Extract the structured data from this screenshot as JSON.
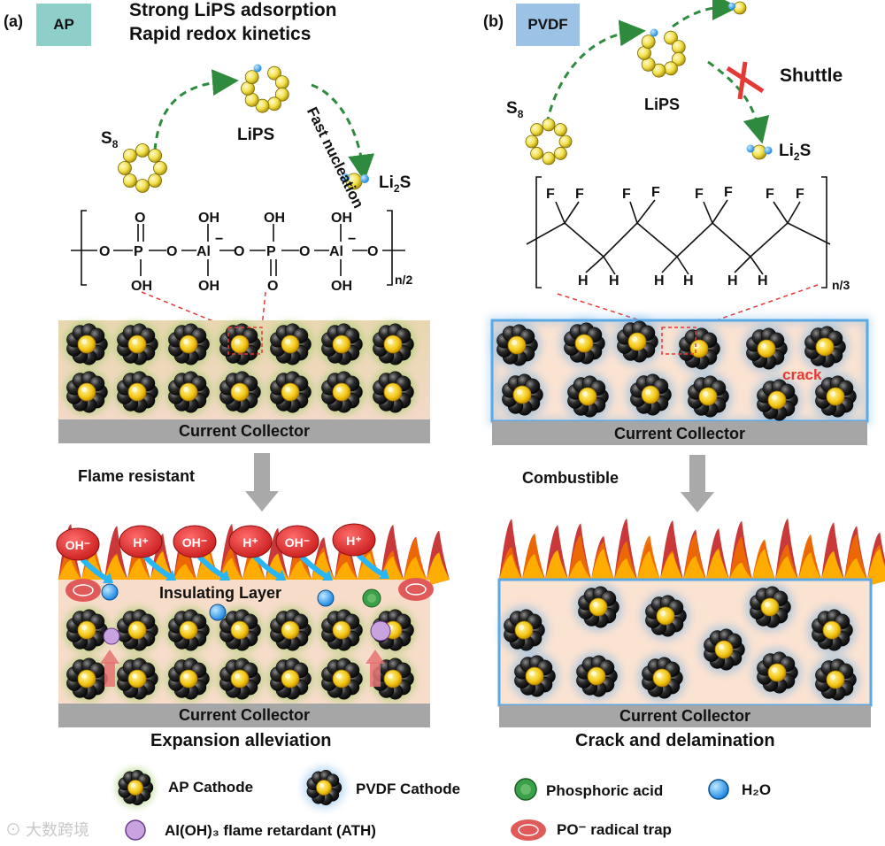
{
  "panel_a": {
    "tag": "(a)",
    "badge": "AP",
    "title_line1": "Strong LiPS adsorption",
    "title_line2": "Rapid redox kinetics",
    "s8": "S8",
    "lips": "LiPS",
    "nucleation": "Fast nucleation",
    "li2s": "Li2S",
    "polymer_repeat": "n/2",
    "collector_top": "Current Collector",
    "arrow_label": "Flame resistant",
    "ion_oh": "OH⁻",
    "ion_h": "H⁺",
    "insulating": "Insulating Layer",
    "collector_bottom": "Current Collector",
    "caption": "Expansion alleviation"
  },
  "panel_b": {
    "tag": "(b)",
    "badge": "PVDF",
    "s8": "S8",
    "lips": "LiPS",
    "shuttle": "Shuttle",
    "li2s": "Li2S",
    "polymer_repeat": "n/3",
    "crack": "crack",
    "collector_top": "Current Collector",
    "arrow_label": "Combustible",
    "collector_bottom": "Current Collector",
    "caption": "Crack and delamination"
  },
  "legend": {
    "ap_cathode": "AP Cathode",
    "pvdf_cathode": "PVDF Cathode",
    "phosphoric_acid": "Phosphoric acid",
    "water": "H₂O",
    "ath": "Al(OH)₃  flame retardant (ATH)",
    "radical_trap": "PO⁻ radical trap"
  },
  "watermark": "大数跨境",
  "colors": {
    "ap_badge": "#8ecfc9",
    "pvdf_badge": "#9cc2e5",
    "ap_glow": "#9ccc65",
    "pvdf_glow": "#5aa9e6",
    "collector": "#a6a6a6",
    "layer_fill": "#fbe3d2",
    "dashed_green": "#2e8b3e",
    "dashed_red": "#e53935",
    "sulfur": "#f2e04a",
    "fire": "#f26b1d"
  }
}
